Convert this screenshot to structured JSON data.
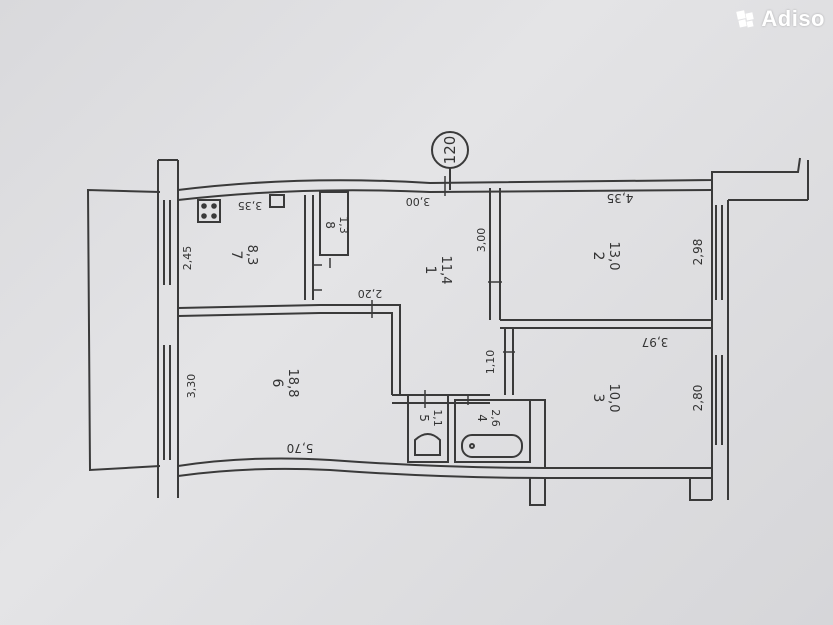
{
  "watermark": {
    "brand": "Adiso",
    "icon": "adiso-logo-icon"
  },
  "marker": "120",
  "rooms": [
    {
      "num": "1",
      "area": "11,4"
    },
    {
      "num": "2",
      "area": "13,0"
    },
    {
      "num": "3",
      "area": "10,0"
    },
    {
      "num": "4",
      "area": "2,6"
    },
    {
      "num": "5",
      "area": "1,1"
    },
    {
      "num": "6",
      "area": "18,8"
    },
    {
      "num": "7",
      "area": "8,3"
    },
    {
      "num": "8",
      "area": "1,3"
    }
  ],
  "dimensions": {
    "kitchen_top": "3,35",
    "hall_top": "3,00",
    "room2_top": "4,35",
    "room3_top": "3,97",
    "hall_passage": "2,20",
    "room6_bottom": "5,70",
    "kitchen_side": "2,45",
    "room6_side": "3,30",
    "hall_right": "3,00",
    "hall_lower": "1,10",
    "room2_side": "2,98",
    "room3_side": "2,80"
  },
  "colors": {
    "paper": "#e2e2e4",
    "ink": "#3a3a3a",
    "wall": "#f2f2f2"
  }
}
